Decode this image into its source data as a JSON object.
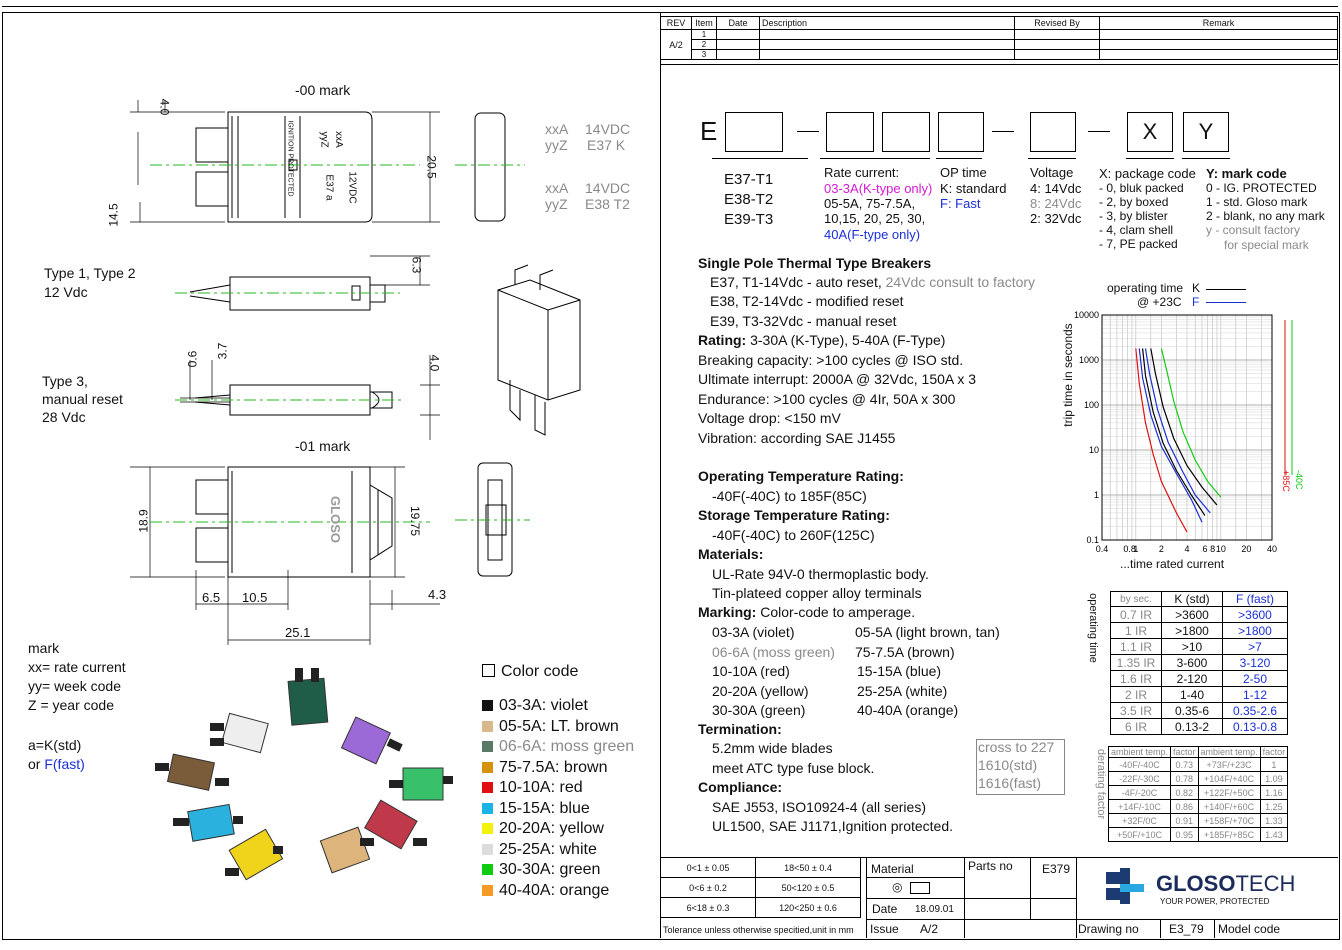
{
  "revision_table": {
    "headers": [
      "REV",
      "Item",
      "Date",
      "Description",
      "Revised  By",
      "Remark"
    ],
    "rev": "A/2",
    "items": [
      "1",
      "2",
      "3"
    ]
  },
  "drawing": {
    "mark_00": "-00 mark",
    "mark_01": "-01 mark",
    "dim_4_0_top": "4.0",
    "dim_14_5": "14.5",
    "dim_20_5": "20.5",
    "dim_6_3": "6.3",
    "dim_0_6": "0.6",
    "dim_3_7": "3.7",
    "dim_4_0_side": "4.0",
    "dim_18_9": "18.9",
    "dim_19_75": "19.75",
    "dim_6_5": "6.5",
    "dim_10_5": "10.5",
    "dim_4_3": "4.3",
    "dim_25_1": "25.1",
    "body_text_1": "xxA",
    "body_text_2": "yyZ",
    "body_text_3": "IGNITION PROTECTED",
    "body_text_4": "12VDC",
    "body_text_5": "E37  a",
    "body_logo": "GLOSO",
    "legend_rows": [
      {
        "a": "xxA",
        "b": "14VDC"
      },
      {
        "a": "yyZ",
        "b": "E37  K"
      },
      {
        "a": "xxA",
        "b": "14VDC"
      },
      {
        "a": "yyZ",
        "b": "E38 T2"
      }
    ],
    "type12": [
      "Type 1, Type 2",
      "12 Vdc"
    ],
    "type3": [
      "Type 3,",
      "manual reset",
      "28 Vdc"
    ]
  },
  "mark_legend": {
    "lines": [
      "mark",
      "xx= rate current",
      "yy= week code",
      "Z = year code"
    ],
    "a_line": "a=K(std)",
    "or_prefix": "or ",
    "f_fast": "F(fast)"
  },
  "color_code": {
    "title": "Color code",
    "items": [
      {
        "label": "03-3A: violet",
        "color": "#111111",
        "gray": false
      },
      {
        "label": "05-5A: LT. brown",
        "color": "#d9b98c",
        "gray": false
      },
      {
        "label": "06-6A: moss green",
        "color": "#5a7a63",
        "gray": true
      },
      {
        "label": "75-7.5A: brown",
        "color": "#d4920f",
        "gray": false
      },
      {
        "label": "10-10A: red",
        "color": "#e01010",
        "gray": false
      },
      {
        "label": "15-15A: blue",
        "color": "#19b3e8",
        "gray": false
      },
      {
        "label": "20-20A: yellow",
        "color": "#f2f20a",
        "gray": false
      },
      {
        "label": "25-25A: white",
        "color": "#dcdcdc",
        "gray": false
      },
      {
        "label": "30-30A: green",
        "color": "#10cc10",
        "gray": false
      },
      {
        "label": "40-40A: orange",
        "color": "#f59a24",
        "gray": false
      }
    ]
  },
  "part_code": {
    "e": "E",
    "x": "X",
    "y": "Y",
    "series": [
      "E37-T1",
      "E38-T2",
      "E39-T3"
    ],
    "rate_title": "Rate current:",
    "rate_lines": [
      "03-3A(K-type only)",
      "05-5A, 75-7.5A,",
      "10,15, 20, 25, 30,",
      "40A(F-type only)"
    ],
    "op_title": "OP time",
    "op_k": "K: standard",
    "op_f": "F: Fast",
    "volt_title": "Voltage",
    "volt_lines": [
      "4: 14Vdc",
      "8: 24Vdc",
      "2: 32Vdc"
    ],
    "x_title": "X: package code",
    "x_lines": [
      "- 0, bluk packed",
      "- 2, by boxed",
      "- 3, by blister",
      "- 4, clam shell",
      "- 7, PE packed"
    ],
    "y_title": "Y:  mark code",
    "y_lines": [
      "0 - IG. PROTECTED",
      "1 - std. Gloso mark",
      "2 - blank, no any mark",
      "y - consult factory",
      "for special mark"
    ]
  },
  "spec": {
    "title": "Single Pole Thermal Type Breakers",
    "e37_a": "E37, T1-14Vdc - auto reset, ",
    "e37_b": "24Vdc consult to factory",
    "e38": "E38, T2-14Vdc - modified reset",
    "e39": "E39, T3-32Vdc - manual reset",
    "rating_label": "Rating:",
    "rating": " 3-30A (K-Type), 5-40A (F-Type)",
    "lines": [
      "Breaking capacity: >100 cycles @ ISO std.",
      "Ultimate interrupt: 2000A @ 32Vdc, 150A x 3",
      "Endurance: >100 cycles @ 4Ir, 50A x 300",
      "Voltage drop: <150 mV",
      "Vibration: according SAE J1455"
    ],
    "op_temp_title": "Operating Temperature Rating:",
    "op_temp": "-40F(-40C) to 185F(85C)",
    "st_temp_title": "Storage Temperature Rating:",
    "st_temp": "-40F(-40C) to 260F(125C)",
    "materials_title": "Materials:",
    "materials": [
      "UL-Rate 94V-0 thermoplastic body.",
      "Tin-plateed copper alloy terminals"
    ],
    "marking_title": "Marking:",
    "marking_rest": " Color-code to amperage.",
    "marking_rows": [
      {
        "l": "03-3A (violet)",
        "r": "05-5A (light brown, tan)",
        "lg": false
      },
      {
        "l": "06-6A (moss green)",
        "r": "75-7.5A (brown)",
        "lg": true
      },
      {
        "l": "10-10A (red)",
        "r": "15-15A (blue)",
        "lg": false
      },
      {
        "l": "20-20A (yellow)",
        "r": "25-25A (white)",
        "lg": false
      },
      {
        "l": "30-30A (green)",
        "r": "40-40A (orange)",
        "lg": false
      }
    ],
    "termination_title": "Termination:",
    "termination": [
      "5.2mm wide blades",
      "meet ATC type fuse block."
    ],
    "cross": [
      "cross to 227",
      "1610(std)",
      "1616(fast)"
    ],
    "compliance_title": "Compliance:",
    "compliance": [
      "SAE J553, ISO10924-4 (all series)",
      "UL1500, SAE J1171,Ignition protected."
    ]
  },
  "chart_data": {
    "type": "line",
    "title": "",
    "legend_title": [
      "operating time",
      "@ +23C"
    ],
    "legend": [
      {
        "name": "K",
        "color": "#000000"
      },
      {
        "name": "F",
        "color": "#1a2fd8"
      }
    ],
    "xlabel": "...time rated current",
    "ylabel": "trip time in seconds",
    "xscale": "log",
    "yscale": "log",
    "xlim": [
      0.4,
      40
    ],
    "ylim": [
      0.1,
      10000
    ],
    "x_ticks": [
      "0.4",
      "0.8",
      "1",
      "2",
      "4",
      "6",
      "8",
      "10",
      "20",
      "40"
    ],
    "y_ticks": [
      "0.1",
      "1",
      "10",
      "100",
      "1000",
      "10000"
    ],
    "side_labels": [
      {
        "text": "+85C",
        "color": "#e01010"
      },
      {
        "text": "-40C",
        "color": "#10cc10"
      }
    ],
    "series": [
      {
        "color": "#e01010",
        "x": [
          1.0,
          1.1,
          1.3,
          1.6,
          2,
          3,
          4
        ],
        "y": [
          1800,
          300,
          40,
          8,
          2,
          0.4,
          0.15
        ]
      },
      {
        "color": "#1a2fd8",
        "x": [
          1.1,
          1.2,
          1.5,
          2,
          3,
          4.5,
          6
        ],
        "y": [
          1800,
          400,
          60,
          12,
          3,
          0.8,
          0.25
        ]
      },
      {
        "color": "#1a2fd8",
        "x": [
          1.3,
          1.45,
          1.8,
          2.4,
          3.5,
          5,
          7.5
        ],
        "y": [
          1800,
          500,
          80,
          15,
          3.5,
          1,
          0.4
        ]
      },
      {
        "color": "#000000",
        "x": [
          1.2,
          1.3,
          1.6,
          2.1,
          3,
          4.5,
          6.5
        ],
        "y": [
          1800,
          450,
          70,
          14,
          3.5,
          1,
          0.35
        ]
      },
      {
        "color": "#000000",
        "x": [
          1.5,
          1.7,
          2.1,
          2.8,
          4,
          6,
          9
        ],
        "y": [
          1800,
          500,
          90,
          18,
          4.5,
          1.5,
          0.6
        ]
      },
      {
        "color": "#10cc10",
        "x": [
          2,
          2.3,
          2.8,
          3.6,
          5,
          7,
          10
        ],
        "y": [
          1800,
          600,
          120,
          25,
          6,
          2,
          0.9
        ]
      }
    ]
  },
  "trip_table": {
    "side": "operating time",
    "headers": [
      "by sec.",
      "K (std)",
      "F (fast)"
    ],
    "rows": [
      {
        "a": "0.7 IR",
        "k": ">3600",
        "f": ">3600"
      },
      {
        "a": "1 IR",
        "k": ">1800",
        "f": ">1800"
      },
      {
        "a": "1.1 IR",
        "k": ">10",
        "f": ">7"
      },
      {
        "a": "1.35 IR",
        "k": "3-600",
        "f": "3-120"
      },
      {
        "a": "1.6 IR",
        "k": "2-120",
        "f": "2-50"
      },
      {
        "a": "2 IR",
        "k": "1-40",
        "f": "1-12"
      },
      {
        "a": "3.5 IR",
        "k": "0.35-6",
        "f": "0.35-2.6"
      },
      {
        "a": "6 IR",
        "k": "0.13-2",
        "f": "0.13-0.8"
      }
    ]
  },
  "derating_table": {
    "side": "derating factor",
    "headers": [
      "ambient temp.",
      "factor",
      "ambient temp.",
      "factor"
    ],
    "rows": [
      [
        "-40F/-40C",
        "0.73",
        "+73F/+23C",
        "1"
      ],
      [
        "-22F/-30C",
        "0.78",
        "+104F/+40C",
        "1.09"
      ],
      [
        "-4F/-20C",
        "0.82",
        "+122F/+50C",
        "1.16"
      ],
      [
        "+14F/-10C",
        "0.86",
        "+140F/+60C",
        "1.25"
      ],
      [
        "+32F/0C",
        "0.91",
        "+158F/+70C",
        "1.33"
      ],
      [
        "+50F/+10C",
        "0.95",
        "+185F/+85C",
        "1.43"
      ]
    ]
  },
  "title_block": {
    "tol": [
      [
        "0<1 ± 0.05",
        "18<50 ± 0.4"
      ],
      [
        "0<6 ± 0.2",
        "50<120 ± 0.5"
      ],
      [
        "6<18 ± 0.3",
        "120<250 ± 0.6"
      ]
    ],
    "tolerance_note": "Tolerance unless otherwise specitied,unit in mm",
    "material_label": "Material",
    "parts_no_label": "Parts no",
    "parts_no": "E379",
    "date_label": "Date",
    "date": "18.09.01",
    "issue_label": "Issue",
    "issue": "A/2",
    "drawing_no_label": "Drawing no",
    "drawing_no": "E3_79",
    "model_code_label": "Model code",
    "brand_a": "GLOSO",
    "brand_b": "TECH",
    "slogan": "YOUR POWER, PROTECTED"
  }
}
